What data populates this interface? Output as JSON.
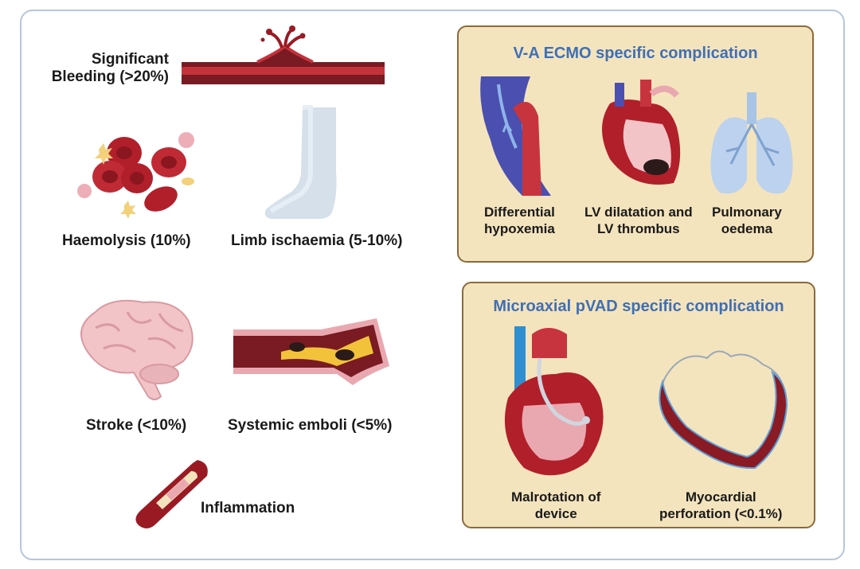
{
  "colors": {
    "title_blue": "#3f6fb5",
    "panel_bg": "#f4e4bd",
    "panel_border": "#8a6a3c",
    "blood_red": "#b11f2b",
    "vessel_dark": "#7a1a22",
    "frame_border": "#b8c6dc"
  },
  "left": {
    "bleeding": {
      "line1": "Significant",
      "line2": "Bleeding (>20%)",
      "icon": "bleeding-vessel-icon"
    },
    "haemolysis": {
      "label": "Haemolysis (10%)",
      "icon": "red-blood-cells-icon"
    },
    "limb": {
      "label": "Limb ischaemia (5-10%)",
      "icon": "leg-icon"
    },
    "stroke": {
      "label": "Stroke (<10%)",
      "icon": "brain-icon"
    },
    "emboli": {
      "label": "Systemic emboli (<5%)",
      "icon": "occluded-artery-icon"
    },
    "inflammation": {
      "label": "Inflammation",
      "icon": "thermometer-icon"
    }
  },
  "ecmo": {
    "title": "V-A ECMO specific complication",
    "items": [
      {
        "line1": "Differential",
        "line2": "hypoxemia",
        "icon": "aorta-icon"
      },
      {
        "line1": "LV dilatation and",
        "line2": "LV thrombus",
        "icon": "heart-cross-section-icon"
      },
      {
        "line1": "Pulmonary",
        "line2": "oedema",
        "icon": "lungs-icon"
      }
    ]
  },
  "pvad": {
    "title": "Microaxial pVAD specific complication",
    "items": [
      {
        "line1": "Malrotation of",
        "line2": "device",
        "icon": "heart-with-device-icon"
      },
      {
        "line1": "Myocardial",
        "line2": "perforation (<0.1%)",
        "icon": "ventricle-wall-icon"
      }
    ]
  }
}
